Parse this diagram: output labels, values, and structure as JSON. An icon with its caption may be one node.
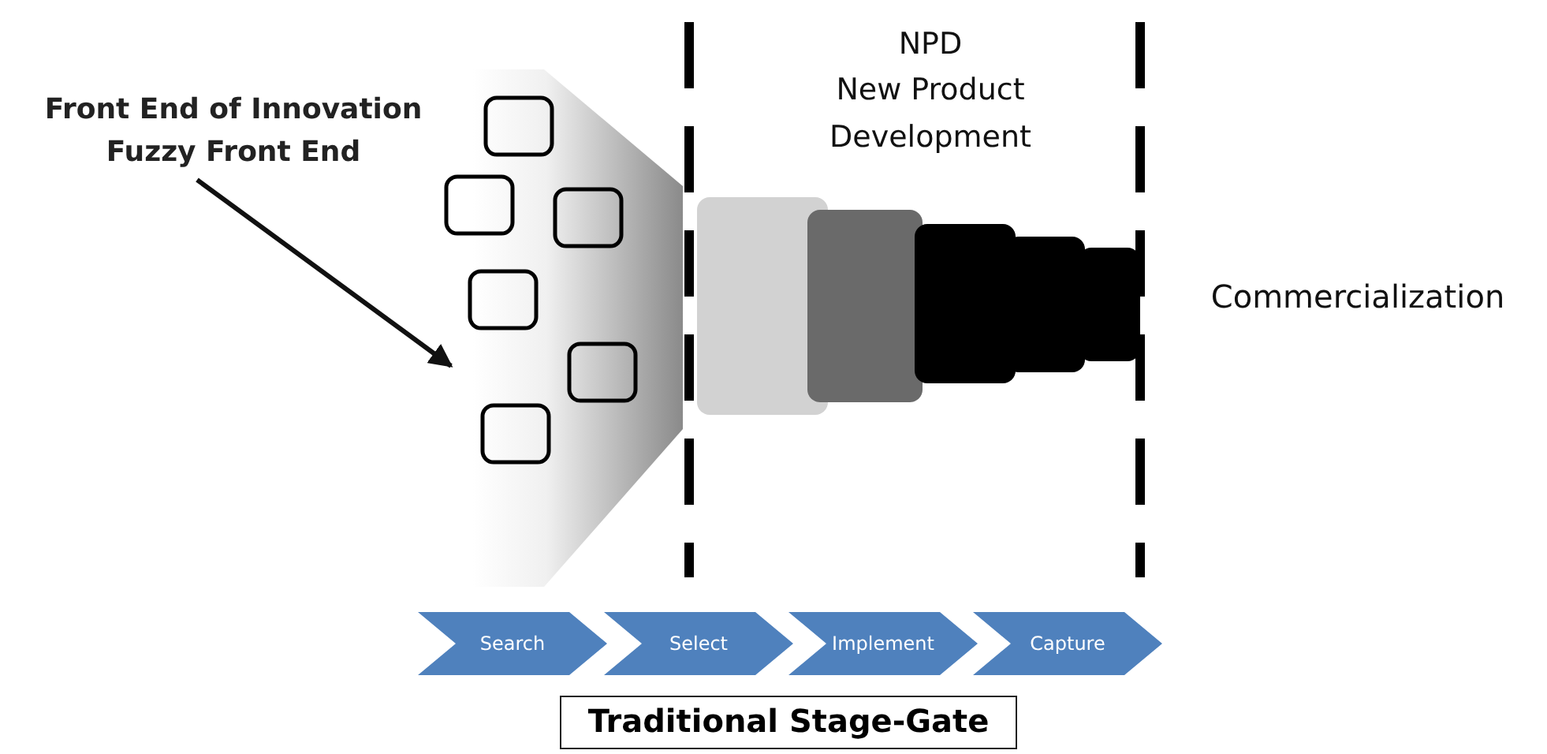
{
  "diagram": {
    "nodes": [
      {
        "text": [
          "Front End of Innovation Fuzzy Front End"
        ]
      },
      {
        "text": [],
        "shape": "cone"
      },
      {
        "text": [
          "Search"
        ]
      },
      {
        "text": [
          "Select"
        ]
      },
      {
        "text": [
          "Implement"
        ]
      },
      {
        "text": [
          "Capture"
        ]
      },
      {
        "text": [
          "Traditional Stage-Gate"
        ]
      }
    ],
    "edges": [
      {
        "from": 0,
        "to": 1,
        "arrow": "to"
      }
    ],
    "labels": [
      "NPD",
      "New Product Development",
      "Commercialization"
    ]
  }
}
